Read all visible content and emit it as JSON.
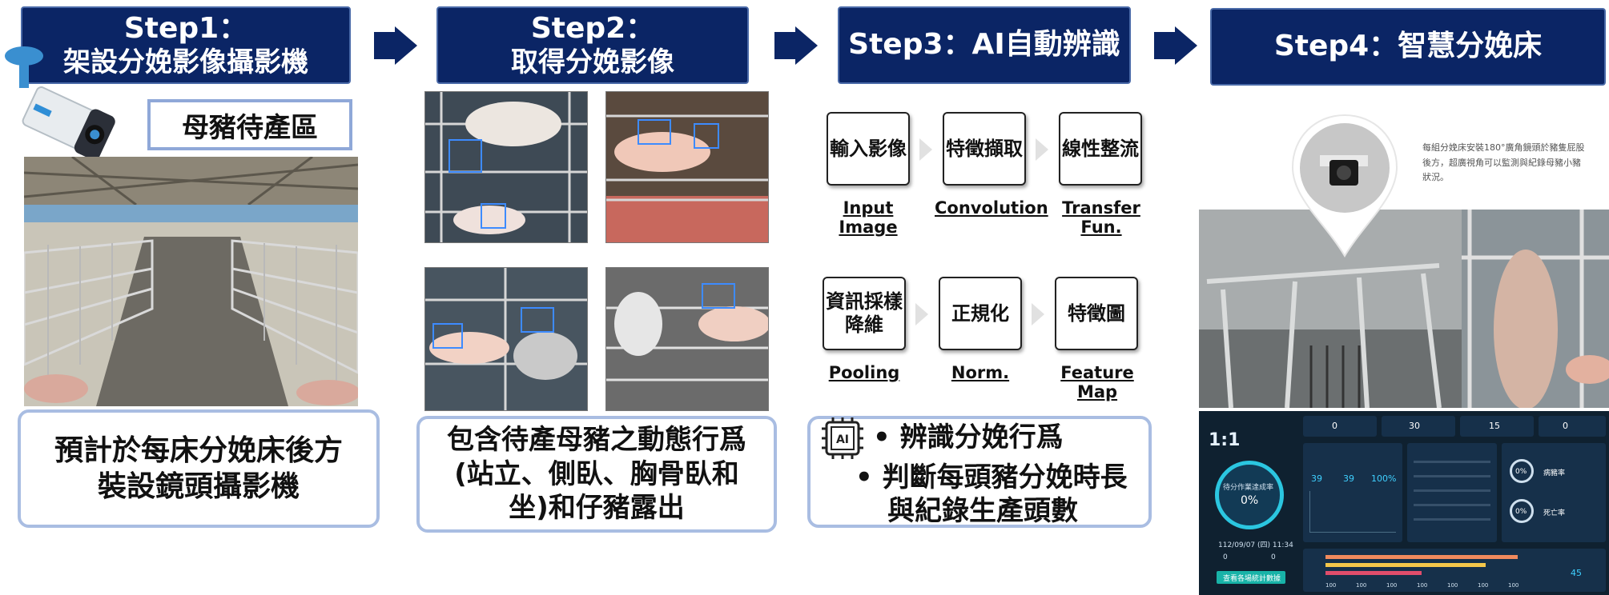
{
  "steps": [
    {
      "title_line1": "Step1：",
      "title_line2": "架設分娩影像攝影機"
    },
    {
      "title_line1": "Step2：",
      "title_line2": "取得分娩影像"
    },
    {
      "title": "Step3：AI自動辨識"
    },
    {
      "title": "Step4：智慧分娩床"
    }
  ],
  "step1": {
    "area_label": "母豬待產區",
    "note_line1": "預計於每床分娩床後方",
    "note_line2": "裝設鏡頭攝影機"
  },
  "step2": {
    "note_line1": "包含待產母豬之動態行爲",
    "note_line2": "(站立、側臥、胸骨臥和",
    "note_line3": "坐)和仔豬露出"
  },
  "step3": {
    "row1": [
      {
        "zh": "輸入影像",
        "en": "Input Image"
      },
      {
        "zh": "特徵擷取",
        "en": "Convolution"
      },
      {
        "zh": "線性整流",
        "en": "Transfer Fun."
      }
    ],
    "row2": [
      {
        "zh_line1": "資訊採樣",
        "zh_line2": "降維",
        "en": "Pooling"
      },
      {
        "zh_line1": "正規化",
        "zh_line2": "",
        "en": "Norm."
      },
      {
        "zh_line1": "特徵圖",
        "zh_line2": "",
        "en": "Feature Map"
      }
    ],
    "note_line1": "• 辨識分娩行爲",
    "note_line2": "• 判斷每頭豬分娩時長",
    "note_line3": "與紀錄生產頭數",
    "ai_icon_text": "AI"
  },
  "step4": {
    "caption_line1": "每組分娩床安裝180°廣角鏡頭於豬隻屁股",
    "caption_line2": "後方，超廣視角可以監測與紀錄母豬小豬",
    "caption_line3": "狀況。",
    "dashboard": {
      "big_value": "1:1",
      "gauge_label": "待分作業達成率",
      "gauge_value": "0%",
      "date_text": "112/09/07 (四) 11:34",
      "left_bottom": [
        "0",
        "0"
      ],
      "numbers": [
        "39",
        "39",
        "100%"
      ],
      "ring_values": [
        "0%",
        "0%"
      ],
      "ring_labels": [
        "病豬率",
        "死亡率"
      ],
      "button_text": "查看各場統計數據",
      "small_value": "45",
      "tile_values": [
        "0",
        "30",
        "15",
        "0"
      ],
      "axis_ticks": [
        "100",
        "100",
        "100",
        "100",
        "100",
        "100",
        "100"
      ]
    }
  },
  "colors": {
    "header_bg": "#0b2565",
    "box_border": "#a9bde2",
    "dashboard_bg": "#0f2130"
  },
  "icons": [
    "camera-icon",
    "ai-chip-icon",
    "arrow-right-icon"
  ]
}
